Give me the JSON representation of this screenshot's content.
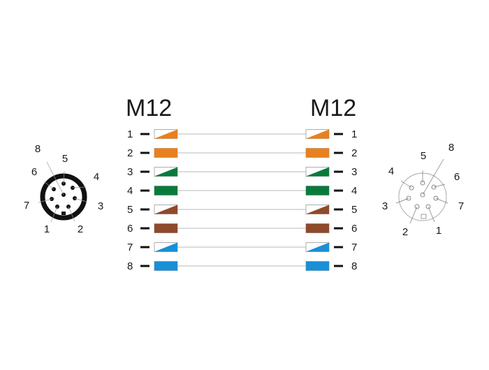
{
  "left_connector": {
    "title": "M12",
    "pins": [
      "1",
      "2",
      "3",
      "4",
      "5",
      "6",
      "7",
      "8"
    ]
  },
  "right_connector": {
    "title": "M12",
    "pins": [
      "1",
      "2",
      "3",
      "4",
      "5",
      "6",
      "7",
      "8"
    ]
  },
  "wires": [
    {
      "pin": "1",
      "color": "#e8801e",
      "striped": true
    },
    {
      "pin": "2",
      "color": "#e8801e",
      "striped": false
    },
    {
      "pin": "3",
      "color": "#0a7a3c",
      "striped": true
    },
    {
      "pin": "4",
      "color": "#0a7a3c",
      "striped": false
    },
    {
      "pin": "5",
      "color": "#8e4a2a",
      "striped": true
    },
    {
      "pin": "6",
      "color": "#8e4a2a",
      "striped": false
    },
    {
      "pin": "7",
      "color": "#1a8fd6",
      "striped": true
    },
    {
      "pin": "8",
      "color": "#1a8fd6",
      "striped": false
    }
  ],
  "male_face": {
    "labels": [
      "1",
      "2",
      "3",
      "4",
      "5",
      "6",
      "7",
      "8"
    ]
  },
  "female_face": {
    "labels": [
      "1",
      "2",
      "3",
      "4",
      "5",
      "6",
      "7",
      "8"
    ]
  }
}
